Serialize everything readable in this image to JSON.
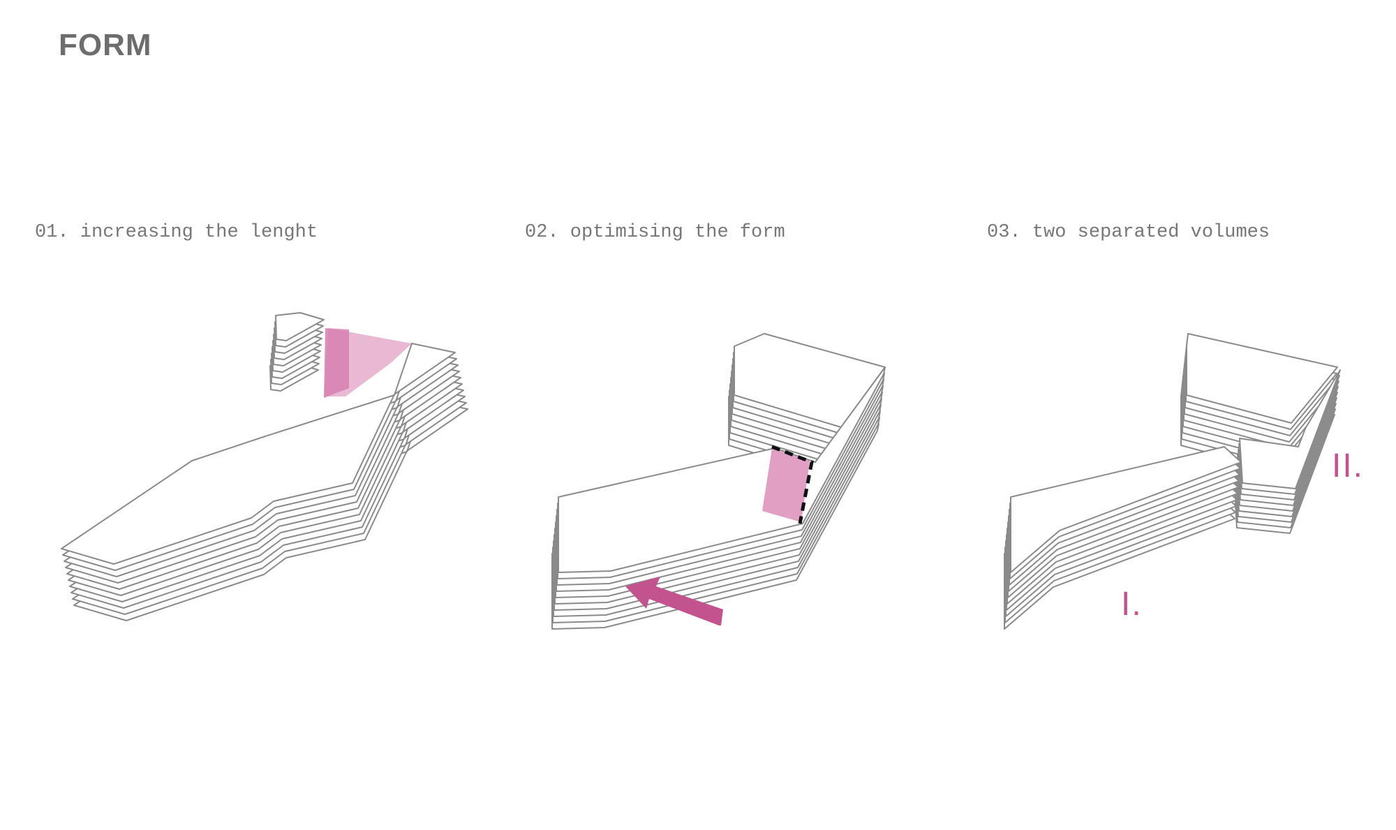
{
  "title": "FORM",
  "steps": [
    {
      "label": "01. increasing the lenght"
    },
    {
      "label": "02. optimising the form"
    },
    {
      "label": "03. two separated volumes"
    }
  ],
  "volume_labels": [
    "I.",
    "II."
  ],
  "colors": {
    "outline": "#8a8a8a",
    "accent": "#c2538f",
    "accent_fill": "#d77fb0",
    "dash": "#111111",
    "title": "#6d6d6d"
  }
}
